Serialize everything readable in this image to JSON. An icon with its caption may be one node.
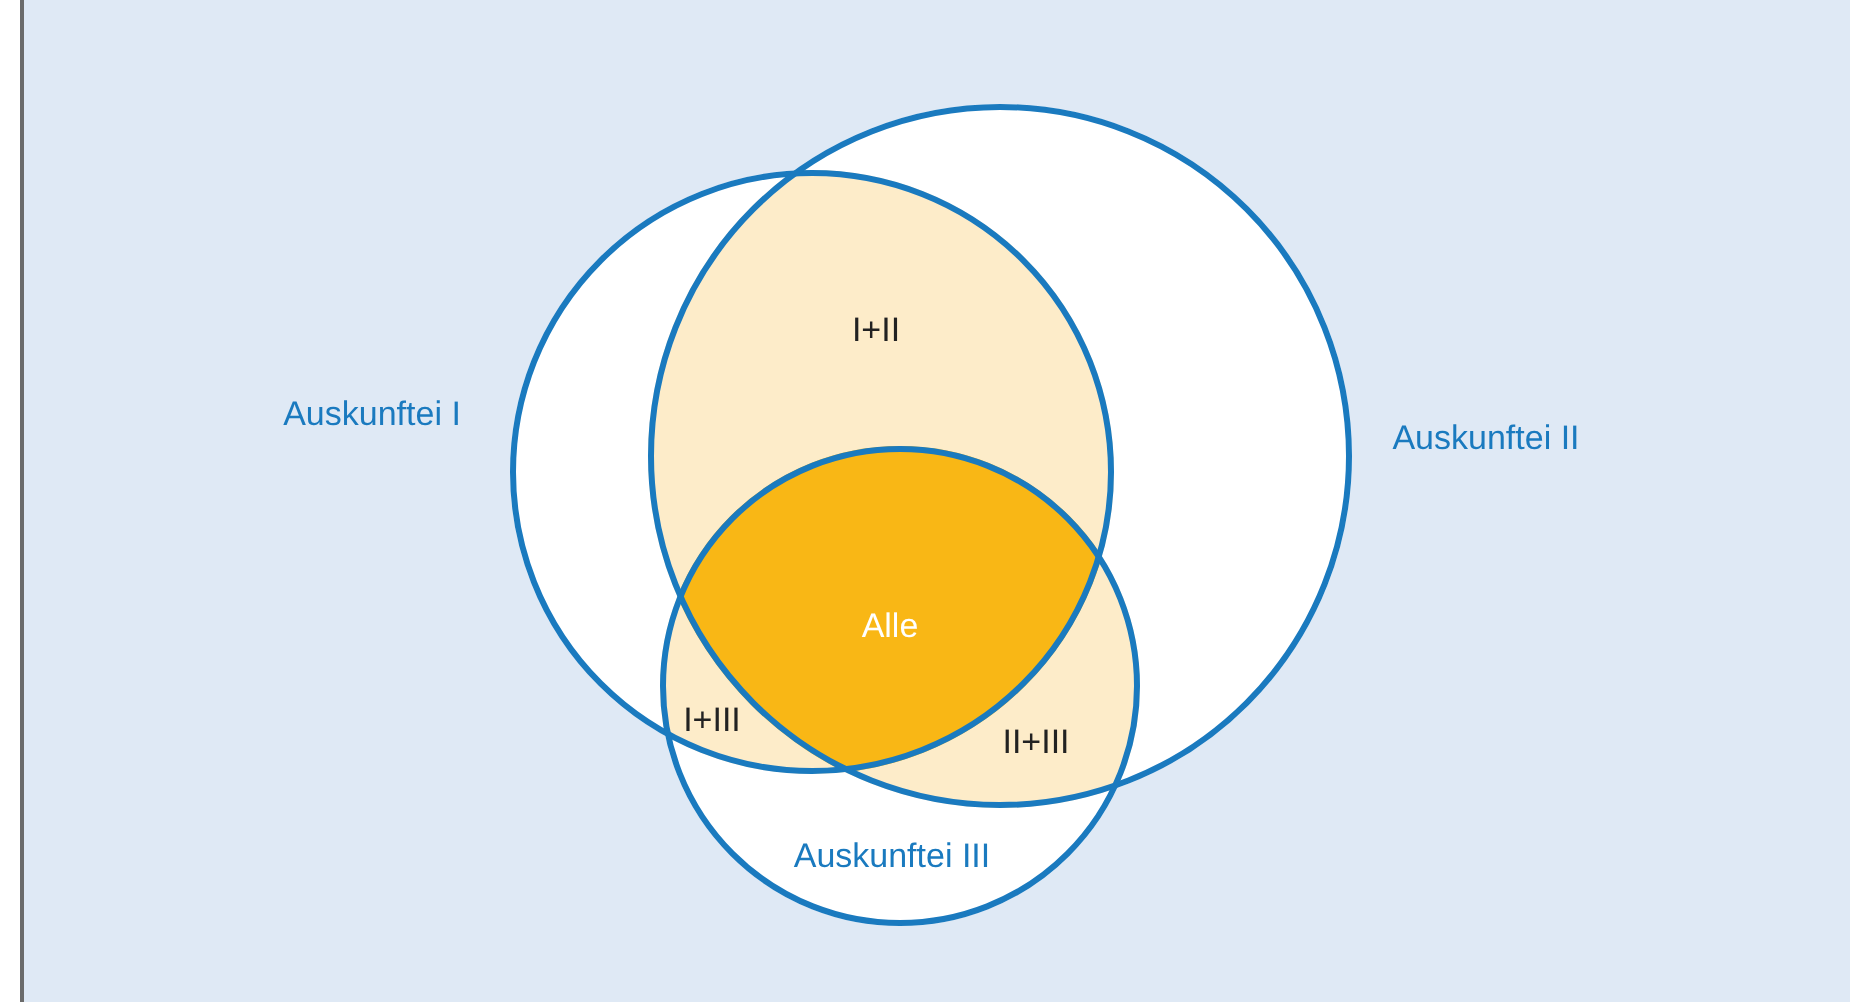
{
  "diagram": {
    "nodes": [
      {
        "text": [
          "Auskunftei I"
        ]
      },
      {
        "text": [
          "Auskunftei II"
        ]
      },
      {
        "text": [
          "Auskunftei III"
        ]
      }
    ],
    "labels": [
      "I+II",
      "Alle",
      "I+III",
      "II+III"
    ]
  }
}
